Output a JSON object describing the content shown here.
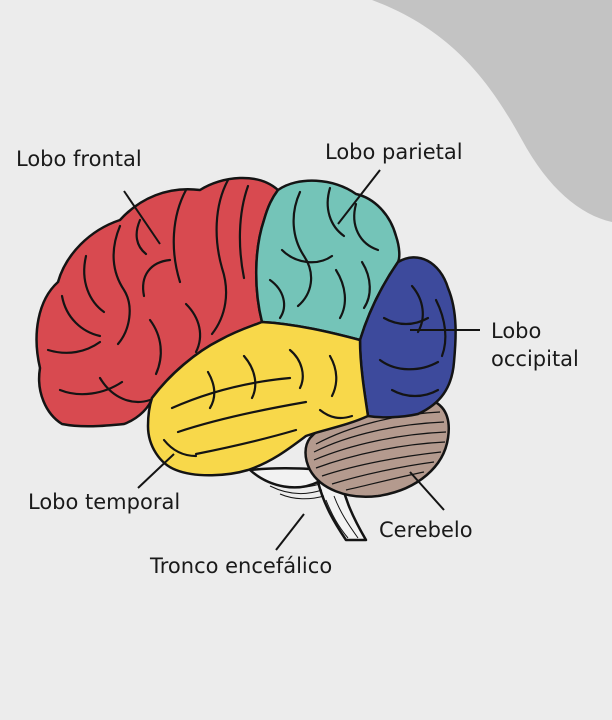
{
  "labels": {
    "frontal": "Lobo frontal",
    "parietal": "Lobo parietal",
    "occipital_1": "Lobo",
    "occipital_2": "occipital",
    "temporal": "Lobo temporal",
    "cerebellum": "Cerebelo",
    "brainstem": "Tronco encefálico"
  },
  "colors": {
    "background": "#ececec",
    "corner_shape": "#c3c3c3",
    "frontal": "#d84a50",
    "parietal": "#74c4b8",
    "occipital": "#3d4a9c",
    "temporal": "#f8d84a",
    "cerebellum": "#b49a8e",
    "brainstem": "#f2f2f2",
    "outline": "#141414"
  }
}
